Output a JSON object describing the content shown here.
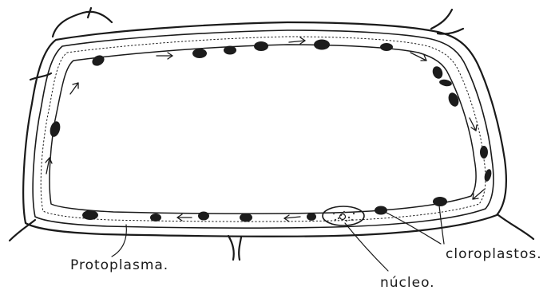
{
  "labels": {
    "protoplasm": "Protoplasma.",
    "nucleus": "núcleo.",
    "chloroplasts": "cloroplastos."
  },
  "colors": {
    "ink": "#1a1a1a",
    "paper": "#ffffff"
  }
}
